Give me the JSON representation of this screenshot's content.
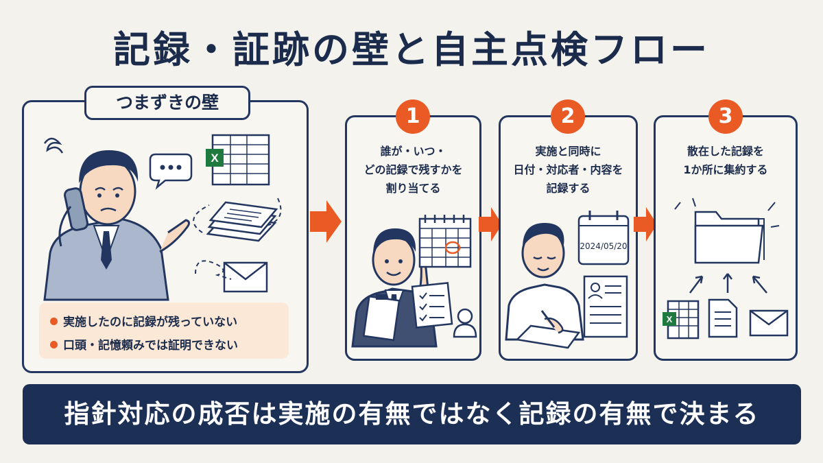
{
  "title": "記録・証跡の壁と自主点検フロー",
  "wall": {
    "label": "つまずきの壁",
    "bullets": [
      "実施したのに記録が残っていない",
      "口頭・記憶頼みでは証明できない"
    ]
  },
  "steps": [
    {
      "number": "1",
      "lines": [
        "誰が・いつ・",
        "どの記録で残すかを",
        "割り当てる"
      ]
    },
    {
      "number": "2",
      "lines": [
        "実施と同時に",
        "日付・対応者・内容を",
        "記録する"
      ],
      "calendar_date": "2024/05/20"
    },
    {
      "number": "3",
      "lines": [
        "散在した記録を",
        "1か所に集約する"
      ]
    }
  ],
  "banner": "指針対応の成否は実施の有無ではなく記録の有無で決まる",
  "colors": {
    "navy": "#1c2f54",
    "accent": "#ea5a24",
    "bullet_bg": "#fbe8d6",
    "background": "#f4f2ec"
  }
}
